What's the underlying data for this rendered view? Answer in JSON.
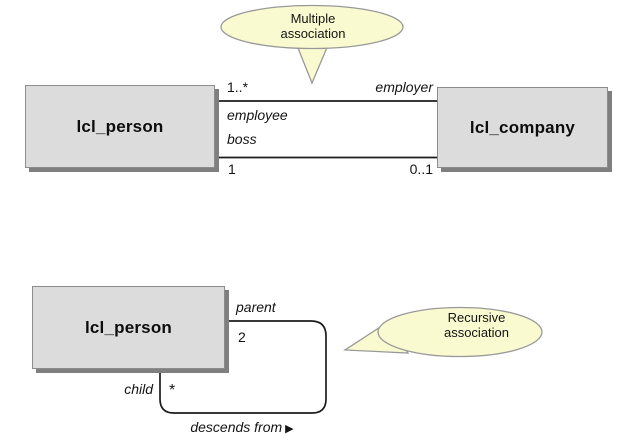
{
  "diagram": {
    "colors": {
      "background": "#ffffff",
      "box_fill": "#dcdcdc",
      "box_border": "#8c8c8c",
      "box_shadow": "#7f7f7f",
      "line": "#1c1c1c",
      "callout_fill": "#fafad0",
      "callout_border": "#999999"
    },
    "multiple_association": {
      "left_class": "lcl_person",
      "right_class": "lcl_company",
      "callout": {
        "line1": "Multiple",
        "line2": "association"
      },
      "labels": {
        "upper_multiplicity_left": "1..*",
        "upper_role_right": "employer",
        "role_employee": "employee",
        "role_boss": "boss",
        "lower_multiplicity_left": "1",
        "lower_multiplicity_right": "0..1"
      }
    },
    "recursive_association": {
      "class": "lcl_person",
      "callout": {
        "line1": "Recursive",
        "line2": "association"
      },
      "labels": {
        "role_parent": "parent",
        "multiplicity_parent": "2",
        "role_child": "child",
        "multiplicity_child": "*",
        "association_name": "descends from",
        "direction_icon": "▶"
      }
    }
  }
}
